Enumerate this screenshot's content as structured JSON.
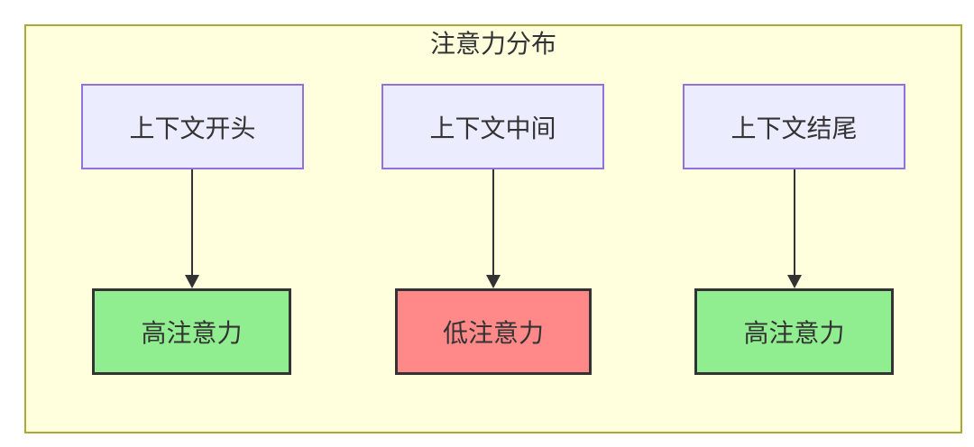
{
  "diagram": {
    "title": "注意力分布",
    "top_nodes": [
      {
        "id": "context-start",
        "label": "上下文开头"
      },
      {
        "id": "context-middle",
        "label": "上下文中间"
      },
      {
        "id": "context-end",
        "label": "上下文结尾"
      }
    ],
    "bottom_nodes": [
      {
        "id": "attention-start",
        "label": "高注意力",
        "level": "high"
      },
      {
        "id": "attention-middle",
        "label": "低注意力",
        "level": "low"
      },
      {
        "id": "attention-end",
        "label": "高注意力",
        "level": "high"
      }
    ],
    "edges": [
      {
        "from": "上下文开头",
        "to": "高注意力"
      },
      {
        "from": "上下文中间",
        "to": "低注意力"
      },
      {
        "from": "上下文结尾",
        "to": "高注意力"
      }
    ],
    "colors": {
      "container-fill": "#ffffde",
      "container-border": "#aaaa33",
      "node-fill": "#ececff",
      "node-border": "#9370db",
      "high-fill": "#90ee90",
      "low-fill": "#ff8888",
      "emphasis-border": "#333333",
      "arrow": "#333333",
      "text": "#333333"
    }
  }
}
